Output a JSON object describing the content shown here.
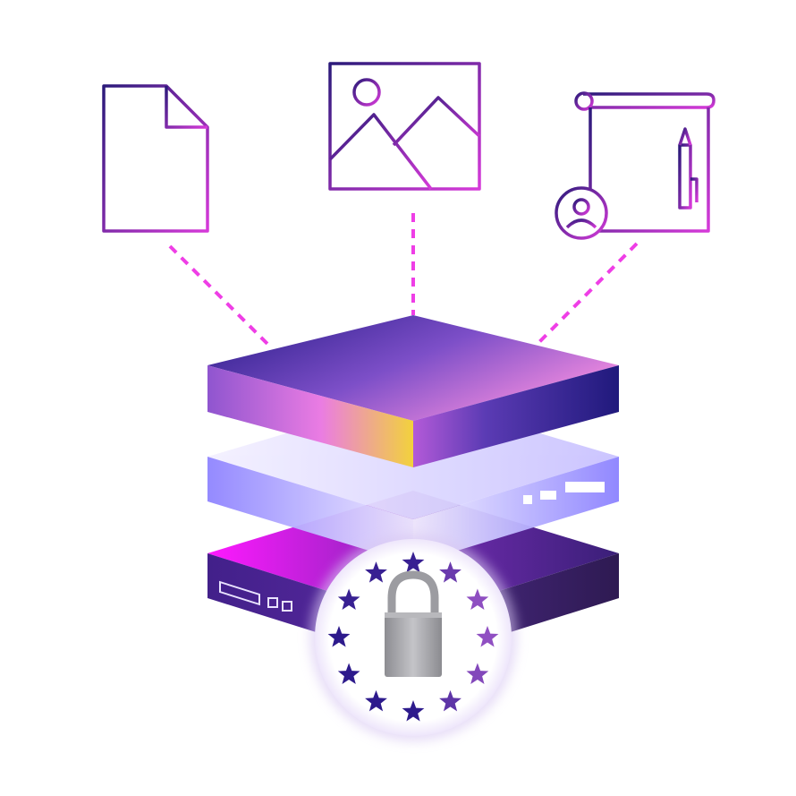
{
  "illustration": {
    "icons": [
      {
        "name": "document-icon"
      },
      {
        "name": "image-icon"
      },
      {
        "name": "contract-signature-icon"
      }
    ],
    "server_layers": 3,
    "badge": {
      "name": "eu-stars-padlock-badge",
      "stars": 12
    }
  },
  "colors": {
    "icon_stroke_start": "#2b1a7a",
    "icon_stroke_end": "#d63ad9",
    "connector": "#ef3ee6",
    "top_slab_dark": "#231b7f",
    "top_slab_pink": "#ea7ce3",
    "top_slab_yellow": "#f2d23c",
    "middle_slab": "#8d82ff",
    "bottom_slab": "#3a1f78",
    "bottom_slab_magenta": "#ff1aff",
    "star_dark": "#2d1a8c",
    "star_light": "#9b55c8",
    "padlock": "#a9a9ad"
  }
}
